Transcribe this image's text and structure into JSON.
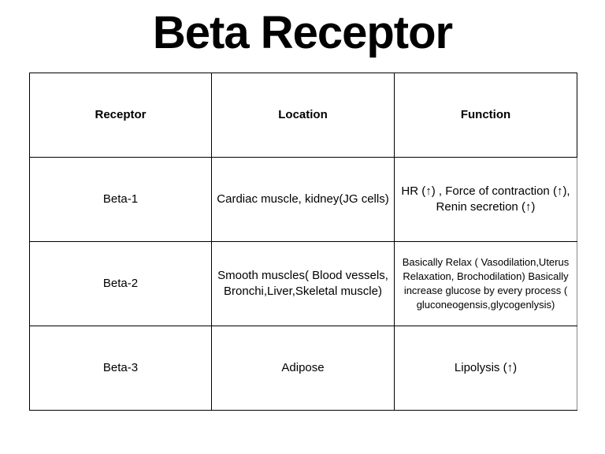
{
  "title": "Beta Receptor",
  "table": {
    "headers": [
      "Receptor",
      "Location",
      "Function"
    ],
    "rows": [
      {
        "receptor": "Beta-1",
        "location": "Cardiac muscle, kidney(JG cells)",
        "function": "HR (↑) , Force of contraction (↑), Renin secretion (↑)"
      },
      {
        "receptor": "Beta-2",
        "location": "Smooth muscles( Blood vessels, Bronchi,Liver,Skeletal muscle)",
        "function": "Basically Relax ( Vasodilation,Uterus Relaxation, Brochodilation)  Basically increase glucose by every process ( gluconeogensis,glycogenlysis)"
      },
      {
        "receptor": "Beta-3",
        "location": "Adipose",
        "function": "Lipolysis (↑)"
      }
    ]
  }
}
